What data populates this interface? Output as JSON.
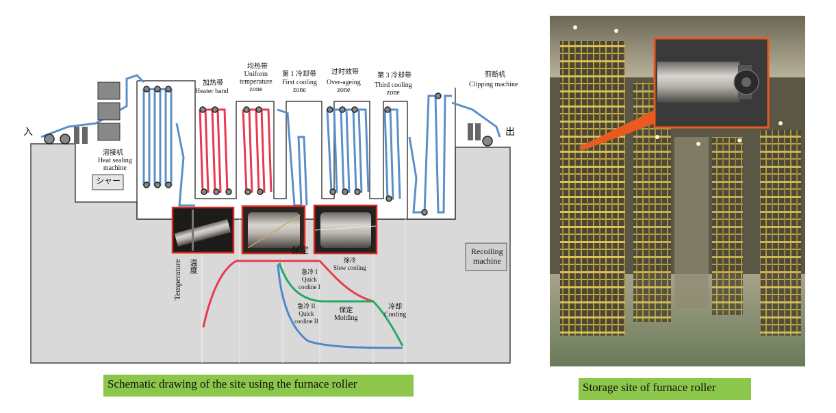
{
  "colors": {
    "hot": "#e8394f",
    "cool": "#5b8fc8",
    "green": "#27a865",
    "blue_curve": "#4f86c6",
    "frame": "#444444",
    "panel_bg": "#d9d9d9",
    "caption_bg": "#8cc64b",
    "inset_border": "#e0261d",
    "callout": "#e85a1e"
  },
  "labels": {
    "left_in": "入",
    "right_out": "出",
    "heat_seal_cn": "溶接机",
    "heat_seal_en": "Heat sealing\nmachine",
    "shear": "シャー",
    "heater_cn": "加热带",
    "heater_en": "Heater band",
    "uniform_cn": "均热带",
    "uniform_en": "Uniform\ntemperature\nzone",
    "first_cool_cn": "第 1 冷却带",
    "first_cool_en": "First cooling\nzone",
    "overage_cn": "过时效带",
    "overage_en": "Over-ageing\nzone",
    "third_cool_cn": "第 3 冷却带",
    "third_cool_en": "Third cooling\nzone",
    "clip_cn": "剪断机",
    "clip_en": "Clipping machine",
    "recoil_en": "Recoiling\nmachine",
    "temp_cn": "温度",
    "temp_en": "Temperature",
    "keep_cn": "保定",
    "quick1": "急冷 I\nQuick\ncooline I",
    "slow_cool": "徐冷\nSlow cooling",
    "quick2": "急冷 II\nQuick\ncooline II",
    "molding": "保定\nMolding",
    "cooling": "冷却\nCooling"
  },
  "captions": {
    "left": "Schematic drawing of the site using the furnace roller",
    "right": "Storage site of furnace roller"
  }
}
